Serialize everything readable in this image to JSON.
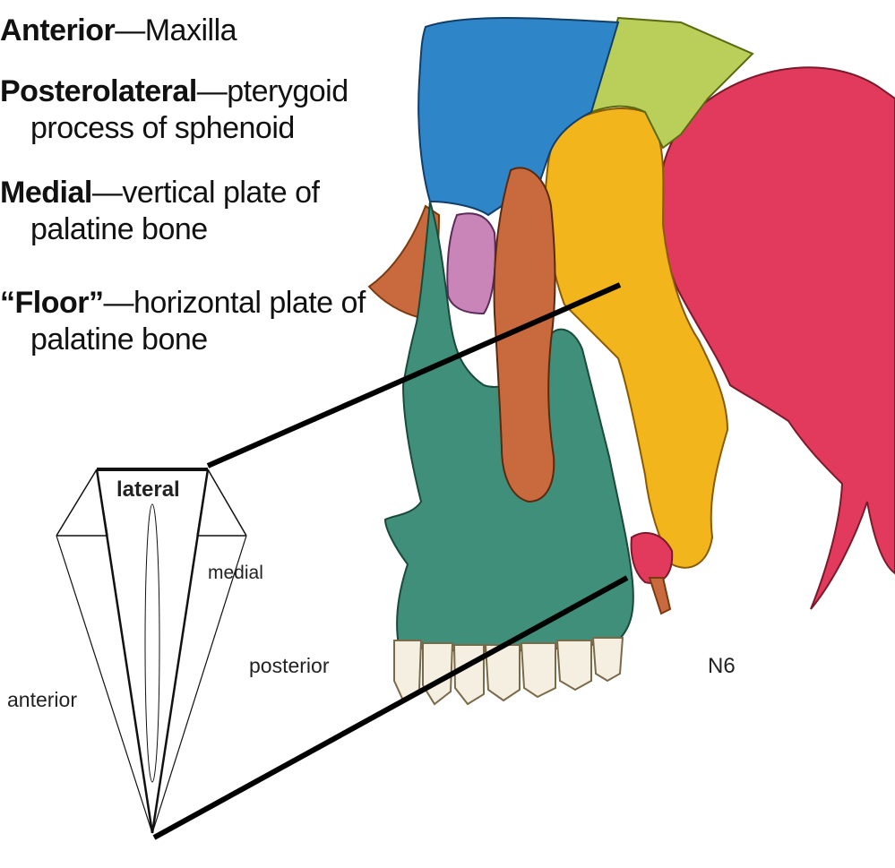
{
  "boundaries": [
    {
      "term": "Anterior",
      "text": "Maxilla",
      "cont": ""
    },
    {
      "term": "Posterolateral",
      "text": "pterygoid",
      "cont": "process of sphenoid"
    },
    {
      "term": "Medial",
      "text": "vertical plate of",
      "cont": "palatine bone"
    },
    {
      "term": "“Floor”",
      "text": "horizontal plate of",
      "cont": "palatine bone"
    }
  ],
  "separator": "—",
  "cone_labels": {
    "lateral": "lateral",
    "medial": "medial",
    "posterior": "posterior",
    "anterior": "anterior"
  },
  "figure_label": "N6",
  "colors": {
    "maxilla": "#3f8f7a",
    "frontal_process": "#2e86c8",
    "palatine": "#c86a3e",
    "sphenoid": "#f2b51c",
    "temporal": "#e23a5c",
    "ethmoid": "#b9cf5a",
    "lacrimal": "#c985b8",
    "teeth": "#f4efe0"
  }
}
